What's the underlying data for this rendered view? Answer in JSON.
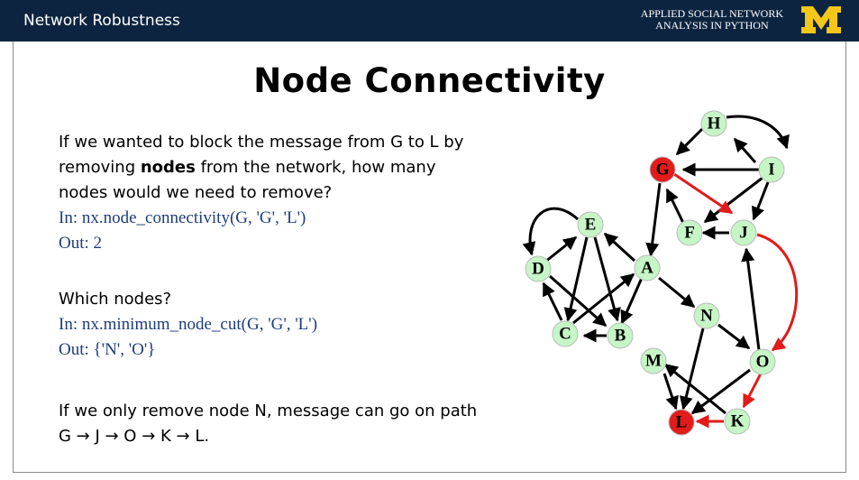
{
  "header": {
    "left": "Network Robustness",
    "right_line1": "APPLIED SOCIAL NETWORK",
    "right_line2": "ANALYSIS IN PYTHON",
    "logo_letter": "M"
  },
  "title": "Node Connectivity",
  "question": {
    "line1": "If we wanted to block the message from G to L by",
    "line2_pre": "removing ",
    "line2_bold": "nodes",
    "line2_post": " from the network, how many",
    "line3": "nodes would we need to remove?"
  },
  "code1": {
    "in": "In: nx.node_connectivity(G, 'G', 'L')",
    "out": "Out: 2"
  },
  "which": "Which nodes?",
  "code2": {
    "in": "In: nx.minimum_node_cut(G, 'G', 'L')",
    "out": "Out: {'N', 'O'}"
  },
  "footer": {
    "line1": "If we only remove node N, message can go on path",
    "line2": "G → J → O → K → L."
  },
  "graph": {
    "nodes": [
      "H",
      "G",
      "I",
      "E",
      "F",
      "J",
      "D",
      "A",
      "N",
      "C",
      "B",
      "M",
      "O",
      "L",
      "K"
    ],
    "highlight_nodes": [
      "G",
      "L"
    ],
    "colors": {
      "node_fill": "#c6f5c6",
      "node_highlight": "#e21b1b",
      "edge": "#000000",
      "path_edge": "#e21b1b",
      "header_bg": "#0d2440",
      "logo": "#f5c518",
      "code_text": "#1f3d7a"
    }
  }
}
